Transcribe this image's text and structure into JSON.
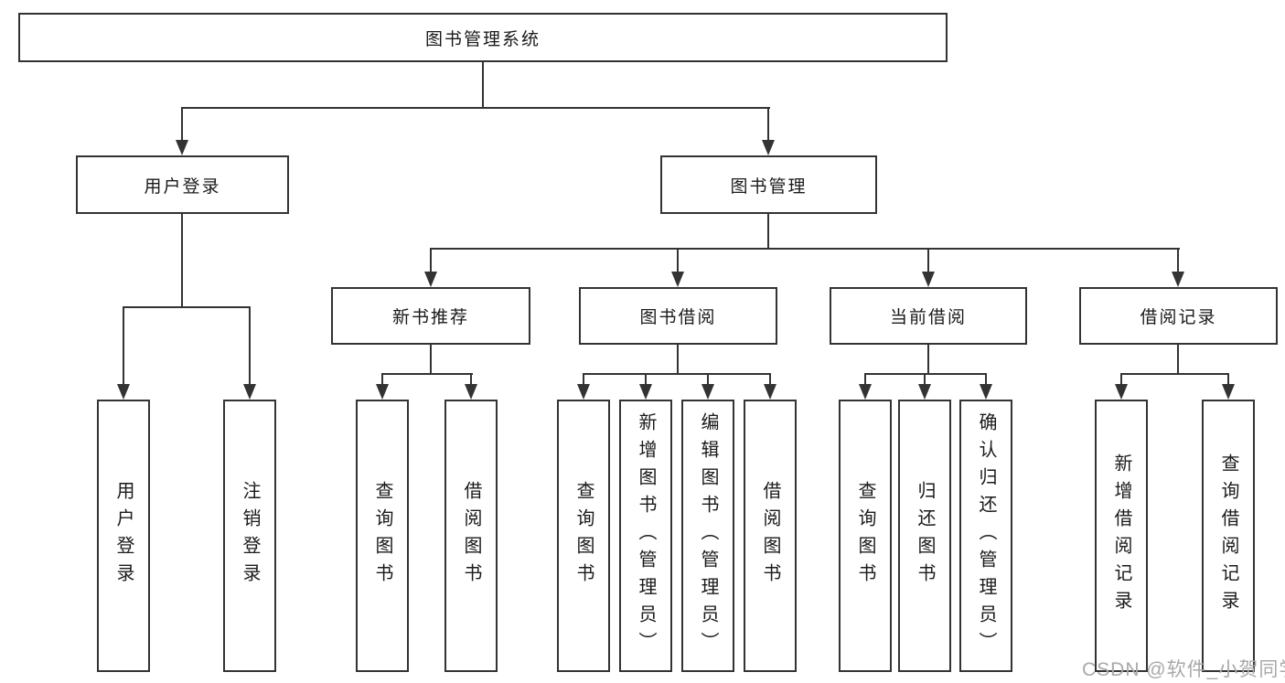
{
  "colors": {
    "line": "#333333",
    "text": "#1a1a1a",
    "background": "#ffffff",
    "watermark": "#a9a9a9"
  },
  "watermark": {
    "text": "CSDN @软件_小贺同学"
  },
  "diagram": {
    "root": {
      "label": "图书管理系统"
    },
    "branches": [
      {
        "label": "用户登录",
        "children": [
          {
            "label": "用户登录"
          },
          {
            "label": "注销登录"
          }
        ]
      },
      {
        "label": "图书管理",
        "children": [
          {
            "label": "新书推荐",
            "children": [
              {
                "label": "查询图书"
              },
              {
                "label": "借阅图书"
              }
            ]
          },
          {
            "label": "图书借阅",
            "children": [
              {
                "label": "查询图书"
              },
              {
                "label": "新增图书（管理员）"
              },
              {
                "label": "编辑图书（管理员）"
              },
              {
                "label": "借阅图书"
              }
            ]
          },
          {
            "label": "当前借阅",
            "children": [
              {
                "label": "查询图书"
              },
              {
                "label": "归还图书"
              },
              {
                "label": "确认归还（管理员）"
              }
            ]
          },
          {
            "label": "借阅记录",
            "children": [
              {
                "label": "新增借阅记录"
              },
              {
                "label": "查询借阅记录"
              }
            ]
          }
        ]
      }
    ]
  }
}
